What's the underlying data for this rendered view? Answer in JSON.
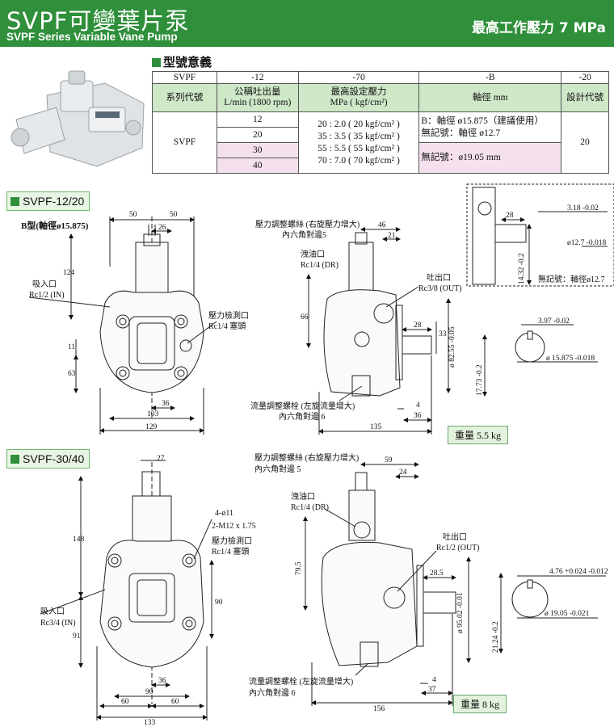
{
  "header": {
    "title": "SVPF可變葉片泵",
    "subtitle": "SVPF Series Variable Vane Pump",
    "max_pressure": "最高工作壓力  7 MPa"
  },
  "model_meaning": {
    "title": "型號意義",
    "code_row": [
      "SVPF",
      "-12",
      "-70",
      "-B",
      "-20"
    ],
    "header_row": [
      "系列代號",
      "公稱吐出量",
      "L/min (1800 rpm)",
      "最高設定壓力",
      "MPa ( kgf/cm²)",
      "軸徑 mm",
      "設計代號"
    ],
    "series": "SVPF",
    "flows": [
      "12",
      "20",
      "30",
      "40"
    ],
    "pressures": [
      "20 : 2.0 ( 20 kgf/cm² )",
      "35 : 3.5 ( 35 kgf/cm² )",
      "55 : 5.5 ( 55 kgf/cm² )",
      "70 : 7.0 ( 70 kgf/cm² )"
    ],
    "shaft": [
      "B：軸徑 ø15.875（建議使用）",
      "無記號：軸徑 ø12.7",
      "無記號：ø19.05 mm"
    ],
    "design": "20"
  },
  "svpf12": {
    "heading": "SVPF-12/20",
    "b_type": "B型(軸徑ø15.875)",
    "dims": {
      "top_l": "50",
      "top_r": "50",
      "d26": "26",
      "d124": "124",
      "d66": "66",
      "d11": "11",
      "d63": "63",
      "d36": "36",
      "d103": "103",
      "d129": "129"
    },
    "suction": [
      "吸入口",
      "Rc1/2 (IN)"
    ],
    "gauge": [
      "壓力檢測口",
      "Rc1/4 塞頭"
    ],
    "pressure_adj": [
      "壓力調整螺絲 (右旋壓力增大)",
      "內六角對邊5"
    ],
    "drain": [
      "洩油口",
      "Rc1/4 (DR)"
    ],
    "outlet": [
      "吐出口",
      "Rc3/8 (OUT)"
    ],
    "flow_adj": [
      "流量調整螺栓 (左旋流量增大)",
      "內六角對邊 6"
    ],
    "side_dims": {
      "d46": "46",
      "d21": "21",
      "d28": "28",
      "d33": "33",
      "d82": "ø 82.55 -0.05",
      "d4": "4",
      "d36": "36",
      "d135": "135"
    },
    "shaft_dims": {
      "d28": "28",
      "d318": "3.18 -0.02",
      "d127": "ø12.7 -0.018",
      "d1432": "14.32 -0.2",
      "no_mark": "無記號：軸徑ø12.7",
      "d397": "3.97 -0.02",
      "d15875": "ø 15.875 -0.018",
      "d1773": "17.73 -0.2"
    },
    "weight": "重量 5.5 kg"
  },
  "svpf30": {
    "heading": "SVPF-30/40",
    "dims": {
      "d27": "27",
      "d148": "148",
      "d90": "90",
      "d91": "91",
      "d36": "36",
      "d90b": "90",
      "d60l": "60",
      "d60r": "60",
      "d133": "133"
    },
    "bolt": [
      "4-ø11",
      "2-M12 x 1.75"
    ],
    "gauge": [
      "壓力檢測口",
      "Rc1/4 塞頭"
    ],
    "suction": [
      "吸入口",
      "Rc3/4 (IN)"
    ],
    "pressure_adj": [
      "壓力調整螺絲 (右旋壓力增大)",
      "內六角對邊 5"
    ],
    "drain": [
      "洩油口",
      "Rc1/4 (DR)"
    ],
    "outlet": [
      "吐出口",
      "Rc1/2 (OUT)"
    ],
    "flow_adj": [
      "流量調整螺栓 (左旋流量增大)",
      "內六角對邊 6"
    ],
    "side_dims": {
      "d59": "59",
      "d24": "24",
      "d795": "79.5",
      "d285": "28.5",
      "d95": "ø 95.02 -0.01",
      "d4": "4",
      "d37": "37",
      "d156": "156"
    },
    "shaft_dims": {
      "d476": "4.76 +0.024 -0.012",
      "d1905": "ø 19.05 -0.021",
      "d2124": "21.24 -0.2"
    },
    "weight": "重量 8 kg"
  }
}
